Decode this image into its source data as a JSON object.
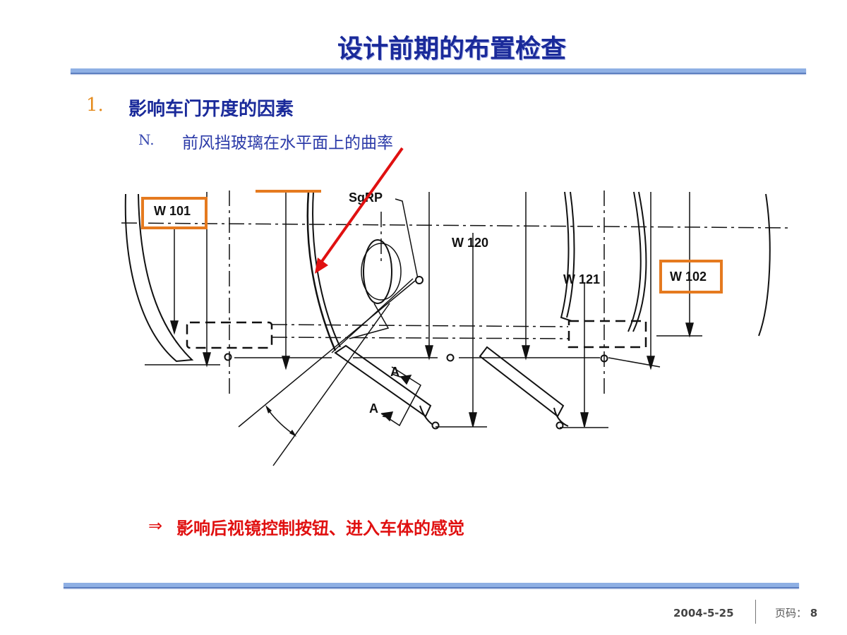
{
  "slide": {
    "title": "设计前期的布置检查",
    "item_number": "1.",
    "item_heading": "影响车门开度的因素",
    "sub_number": "N.",
    "sub_text": "前风挡玻璃在水平面上的曲率",
    "note_arrow": "⇒",
    "note_text": "影响后视镜控制按钮、进入车体的感觉"
  },
  "drawing": {
    "labels": {
      "w101": "W 101",
      "w102": "W 102",
      "w120": "W 120",
      "w121": "W 121",
      "sgrp": "SgRP",
      "a1": "A",
      "a2": "A"
    }
  },
  "footer": {
    "date": "2004-5-25",
    "page_label": "页码：",
    "page_number": "8"
  },
  "colors": {
    "title": "#1a2a9a",
    "accent_orange": "#e57a1f",
    "pointer_red": "#e01010",
    "rule_blue": "#8fb0e4"
  }
}
